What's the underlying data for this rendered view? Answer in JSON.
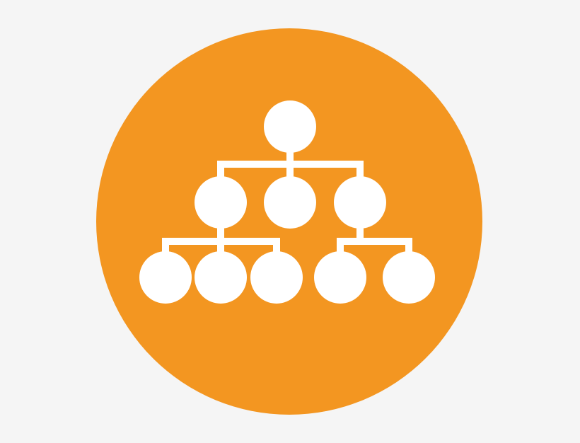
{
  "icon": {
    "name": "org-chart-icon",
    "colors": {
      "page_background": "#f5f5f5",
      "circle": "#f39621",
      "glyph": "#ffffff"
    },
    "levels": [
      {
        "level": 1,
        "nodes": 1
      },
      {
        "level": 2,
        "nodes": 3
      },
      {
        "level": 3,
        "nodes": 5
      }
    ]
  }
}
